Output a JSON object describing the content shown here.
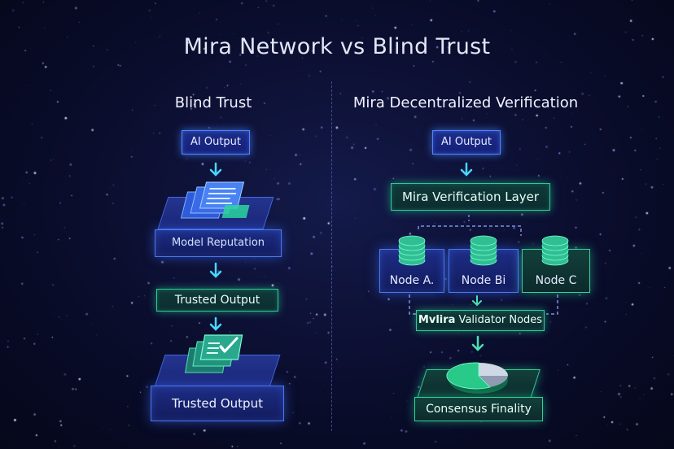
{
  "title": "Mira Network vs Blind Trust",
  "left": {
    "heading": "Blind Trust",
    "ai_output": "AI Output",
    "model_reputation": "Model Reputation",
    "trusted_output_mid": "Trusted Output",
    "trusted_output_final": "Trusted Output"
  },
  "right": {
    "heading": "Mira Decentralized Verification",
    "ai_output": "AI Output",
    "verification_layer": "Mira Verification Layer",
    "nodes": [
      "Node A.",
      "Node Bi",
      "Node C"
    ],
    "validator_prefix": "Mvlira",
    "validator_suffix": " Validator Nodes",
    "consensus": "Consensus Finality"
  },
  "colors": {
    "accent_blue": "#4f86ff",
    "accent_green": "#2fc99a",
    "background": "#0a0d2c"
  }
}
